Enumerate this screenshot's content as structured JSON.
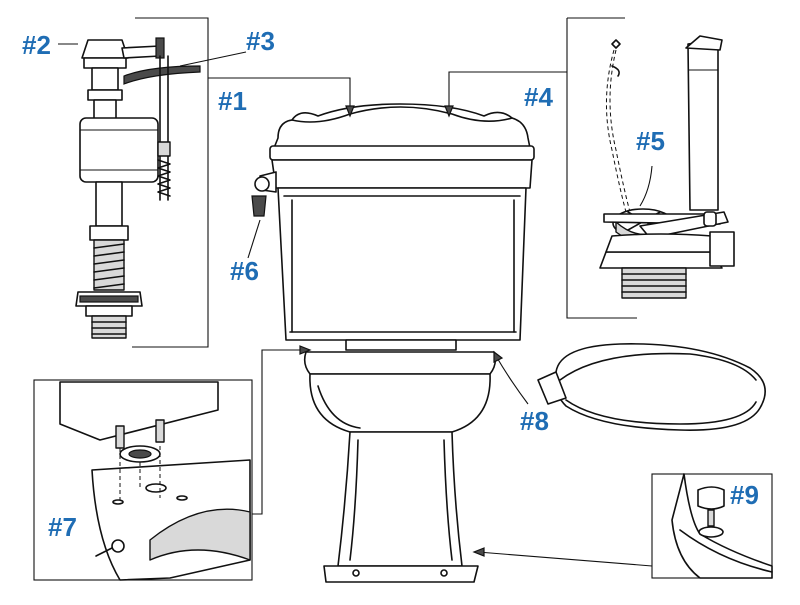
{
  "style": {
    "callout_color": "#1f6db4",
    "line_color": "#111111"
  },
  "callouts": {
    "part_1": "#1",
    "part_2": "#2",
    "part_3": "#3",
    "part_4": "#4",
    "part_5": "#5",
    "part_6": "#6",
    "part_7": "#7",
    "part_8": "#8",
    "part_9": "#9"
  }
}
